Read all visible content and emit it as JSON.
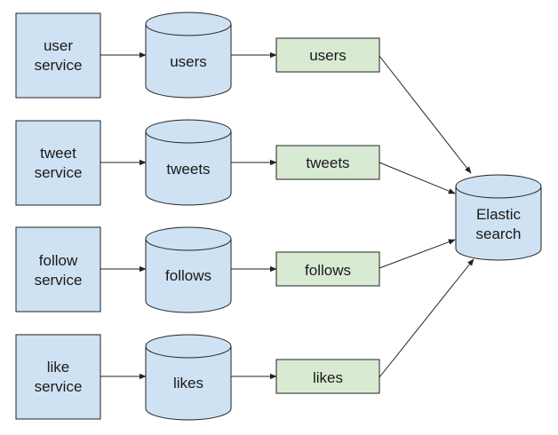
{
  "colors": {
    "service_fill": "#cfe2f3",
    "db_fill": "#cfe2f3",
    "topic_fill": "#d9ead3",
    "stroke": "#222222",
    "arrow": "#222222"
  },
  "rows": [
    {
      "service": [
        "user",
        "service"
      ],
      "db": "users",
      "topic": "users"
    },
    {
      "service": [
        "tweet",
        "service"
      ],
      "db": "tweets",
      "topic": "tweets"
    },
    {
      "service": [
        "follow",
        "service"
      ],
      "db": "follows",
      "topic": "follows"
    },
    {
      "service": [
        "like",
        "service"
      ],
      "db": "likes",
      "topic": "likes"
    }
  ],
  "sink": {
    "label": [
      "Elastic",
      "search"
    ]
  }
}
